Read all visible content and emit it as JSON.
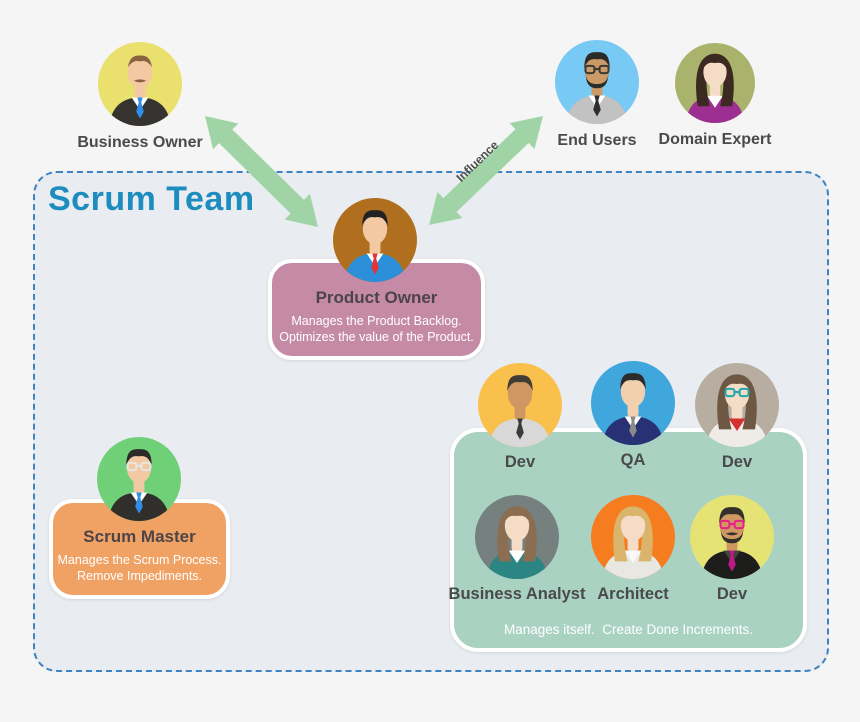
{
  "title": "Scrum Team",
  "colors": {
    "background": "#f5f5f6",
    "team_box_fill": "#e9edf2",
    "team_box_border": "#3e82c0",
    "title_color": "#1d8cbe",
    "arrow": "#a0d4a6",
    "product_owner_box": "#c58aa5",
    "scrum_master_box": "#f0a265",
    "developers_box": "#aad2c3"
  },
  "arrows": {
    "influence_label": "Influence"
  },
  "stakeholders": {
    "business_owner": {
      "label": "Business Owner",
      "avatar": {
        "name": "business-owner-avatar",
        "bg": "#e9e06e",
        "skin": "#f2c9a2",
        "hair": "#8a6240",
        "hair_style": "male_recede",
        "jacket": "#35332f",
        "shirt": "#ffffff",
        "tie": "#2f8fe8",
        "mustache": "#8a6240"
      }
    },
    "end_users": {
      "label": "End Users",
      "avatar": {
        "name": "end-users-avatar",
        "bg": "#79c9f5",
        "skin": "#cc9a66",
        "hair": "#2b2b28",
        "hair_style": "male",
        "jacket": "#c2c2c2",
        "shirt": "#ffffff",
        "tie": "#2e2e2e",
        "glasses": "#3a3a35",
        "beard": "#2b2b28"
      }
    },
    "domain_expert": {
      "label": "Domain Expert",
      "avatar": {
        "name": "domain-expert-avatar",
        "bg": "#a9b36b",
        "skin": "#f4dcc6",
        "hair": "#3c2a22",
        "hair_style": "female",
        "jacket": "#9d2f92",
        "shirt": "#ffffff"
      }
    }
  },
  "team": {
    "heading": "Scrum Team",
    "product_owner": {
      "title": "Product Owner",
      "line1": "Manages the Product Backlog.",
      "line2": "Optimizes the value of the Product.",
      "avatar": {
        "name": "product-owner-avatar",
        "bg": "#b06f1e",
        "skin": "#f2c9a2",
        "hair": "#222222",
        "hair_style": "male",
        "jacket": "#2b90d9",
        "shirt": "#ffffff",
        "tie": "#e23535"
      }
    },
    "scrum_master": {
      "title": "Scrum Master",
      "line1": "Manages the Scrum Process.",
      "line2": "Remove Impediments.",
      "avatar": {
        "name": "scrum-master-avatar",
        "bg": "#6fd077",
        "skin": "#f2c9a2",
        "hair": "#2b2b28",
        "hair_style": "male",
        "jacket": "#302f2b",
        "shirt": "#ffffff",
        "tie": "#2f8fe8",
        "glasses": "#e8e6e0"
      }
    },
    "developers": {
      "caption": "Manages itself.  Create Done Increments.",
      "members": [
        {
          "label": "Dev",
          "avatar": {
            "name": "dev-1-avatar",
            "bg": "#f9c14b",
            "skin": "#cf9862",
            "hair": "#403d36",
            "hair_style": "male",
            "jacket": "#d8d8d8",
            "tie": "#3a3a3a"
          }
        },
        {
          "label": "QA",
          "avatar": {
            "name": "qa-avatar",
            "bg": "#3fa7dc",
            "skin": "#f2cfae",
            "hair": "#2c2c2c",
            "hair_style": "male",
            "jacket": "#283173",
            "shirt": "#ffffff",
            "tie": "#8a8a8a"
          }
        },
        {
          "label": "Dev",
          "avatar": {
            "name": "dev-2-avatar",
            "bg": "#b8ada1",
            "skin": "#f4dcc6",
            "hair": "#6e5844",
            "hair_style": "female",
            "jacket": "#efece7",
            "shirt": "#d63031",
            "glasses": "#1fa8ad"
          }
        },
        {
          "label": "Business Analyst",
          "avatar": {
            "name": "business-analyst-avatar",
            "bg": "#76817f",
            "skin": "#f4dcc6",
            "hair": "#8b6d52",
            "hair_style": "female",
            "jacket": "#2a8583",
            "shirt": "#ffffff"
          }
        },
        {
          "label": "Architect",
          "avatar": {
            "name": "architect-avatar",
            "bg": "#f57d1f",
            "skin": "#f4dcc6",
            "hair": "#d9b46a",
            "hair_style": "female",
            "jacket": "#e9e7e2",
            "shirt": "#f8f8f8"
          }
        },
        {
          "label": "Dev",
          "avatar": {
            "name": "dev-3-avatar",
            "bg": "#e6e375",
            "skin": "#cf9862",
            "hair": "#33312a",
            "hair_style": "male",
            "jacket": "#1d1d1b",
            "shirt": "#44423c",
            "tie": "#c0188a",
            "glasses": "#e8218a",
            "beard": "#33312a",
            "mustache": "#33312a"
          }
        }
      ]
    }
  }
}
